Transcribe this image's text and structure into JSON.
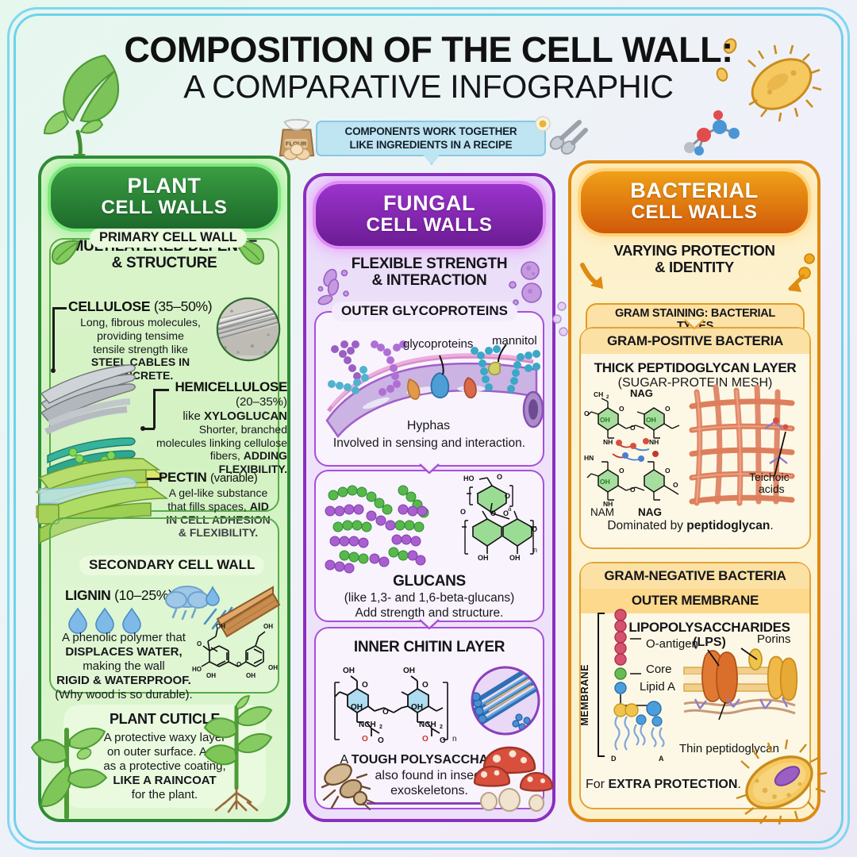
{
  "page": {
    "title_line1": "COMPOSITION OF THE CELL WALL:",
    "title_line2": "A COMPARATIVE INFOGRAPHIC",
    "banner_line1": "COMPONENTS WORK TOGETHER",
    "banner_line2": "LIKE INGREDIENTS IN A RECIPE",
    "flour_label": "FLOUR"
  },
  "colors": {
    "plant": "#2f8b36",
    "fungal": "#8b2fbf",
    "bacterial": "#e08a12",
    "frame": "#7fd8ef",
    "background": "#eef3f7"
  },
  "plant": {
    "head_line1": "PLANT",
    "head_line2": "CELL WALLS",
    "subtitle_line1": "MULTILAYERED DEFENSE",
    "subtitle_line2": "& STRUCTURE",
    "primary_label": "PRIMARY CELL WALL",
    "cellulose": {
      "name": "CELLULOSE",
      "percent": "(35–50%)",
      "desc_1": "Long, fibrous molecules,",
      "desc_2": "providing tensime",
      "desc_3": "tensile strength like",
      "desc_bold": "STEEL CABLES IN CONCRETE."
    },
    "hemicellulose": {
      "name": "HEMICELLULOSE",
      "percent": "(20–35%)",
      "like_prefix": "like ",
      "like_bold": "XYLOGLUCAN",
      "desc_1": "Shorter, branched",
      "desc_2": "molecules linking cellulose",
      "desc_3_prefix": "fibers, ",
      "desc_3_bold": "ADDING FLEXIBILITY."
    },
    "pectin": {
      "name": "PECTIN",
      "percent": "(variable)",
      "desc_1": "A gel-like substance",
      "desc_2_prefix": "that fills spaces, ",
      "desc_2_bold": "AID",
      "desc_3_bold": "IN CELL ADHESION",
      "desc_4_bold": "& FLEXIBILITY."
    },
    "secondary_label": "SECONDARY CELL WALL",
    "lignin": {
      "name": "LIGNIN",
      "percent": "(10–25%)",
      "desc_1": "A phenolic polymer that",
      "desc_2_bold": "DISPLACES WATER,",
      "desc_3": "making the wall",
      "desc_4_bold": "RIGID & WATERPROOF.",
      "desc_5": "(Why wood is so durable)."
    },
    "cuticle": {
      "name": "PLANT CUTICLE",
      "desc_1": "A protective waxy layer",
      "desc_2": "on outer surface. Acts",
      "desc_3": "as a protective coating,",
      "desc_4_bold": "LIKE A RAINCOAT",
      "desc_5": "for the plant."
    },
    "molecule_labels": [
      "OH",
      "OH",
      "O",
      "HO",
      "OH",
      "OH",
      "O"
    ]
  },
  "fungal": {
    "head_line1": "FUNGAL",
    "head_line2": "CELL WALLS",
    "subtitle_line1": "FLEXIBLE STRENGTH",
    "subtitle_line2": "& INTERACTION",
    "glycoproteins": {
      "title": "OUTER GLYCOPROTEINS",
      "label_left": "glycoproteins",
      "label_right": "mannitol",
      "caption": "Hyphas",
      "desc": "Involved in sensing and interaction."
    },
    "glucans": {
      "title": "GLUCANS",
      "desc_1": "(like 1,3- and 1,6-beta-glucans)",
      "desc_2": "Add strength and structure.",
      "molecule_labels": [
        "HO",
        "O",
        "O",
        "OH",
        "OH",
        "n",
        "a"
      ]
    },
    "chitin": {
      "title": "INNER CHITIN LAYER",
      "desc_prefix": "A ",
      "desc_bold": "TOUGH POLYSACCHARIDE",
      "desc_2": "also found in insect",
      "desc_3": "exoskeletons.",
      "molecule_labels": [
        "OH",
        "OH",
        "O",
        "O",
        "OH",
        "OH",
        "NCH",
        "NCH",
        "O",
        "O",
        "n"
      ]
    }
  },
  "bacterial": {
    "head_line1": "BACTERIAL",
    "head_line2": "CELL WALLS",
    "subtitle_line1": "VARYING PROTECTION",
    "subtitle_line2": "& IDENTITY",
    "gram_staining_pill": "GRAM STAINING: BACTERIAL TYPES",
    "gram_positive": {
      "header": "GRAM-POSITIVE BACTERIA",
      "title": "THICK PEPTIDOGLYCAN LAYER",
      "subtitle": "(SUGAR-PROTEIN MESH)",
      "label_nag_top": "NAG",
      "label_ch2": "CH₂",
      "label_nam": "NAM",
      "label_nag_bottom": "NAG",
      "label_teichoic_1": "Teichoic",
      "label_teichoic_2": "acids",
      "label_oh": "OH",
      "label_nh": "NH",
      "label_hn": "HN",
      "caption_prefix": "Dominated by ",
      "caption_bold": "peptidoglycan",
      "caption_suffix": "."
    },
    "gram_negative": {
      "header": "GRAM-NEGATIVE BACTERIA",
      "subheader": "OUTER MEMBRANE",
      "lps_title": "LIPOPOLYSACCHARIDES",
      "lps_abbrev": "(LPS)",
      "label_membrane": "MEMBRANE",
      "label_o_antigen": "O-antigen",
      "label_core": "Core",
      "label_lipid_a": "Lipid A",
      "label_porins": "Porins",
      "label_thin_pg": "Thin peptidoglycan",
      "label_d": "D",
      "label_a": "A",
      "caption_prefix": "For ",
      "caption_bold": "EXTRA PROTECTION",
      "caption_suffix": "."
    }
  }
}
